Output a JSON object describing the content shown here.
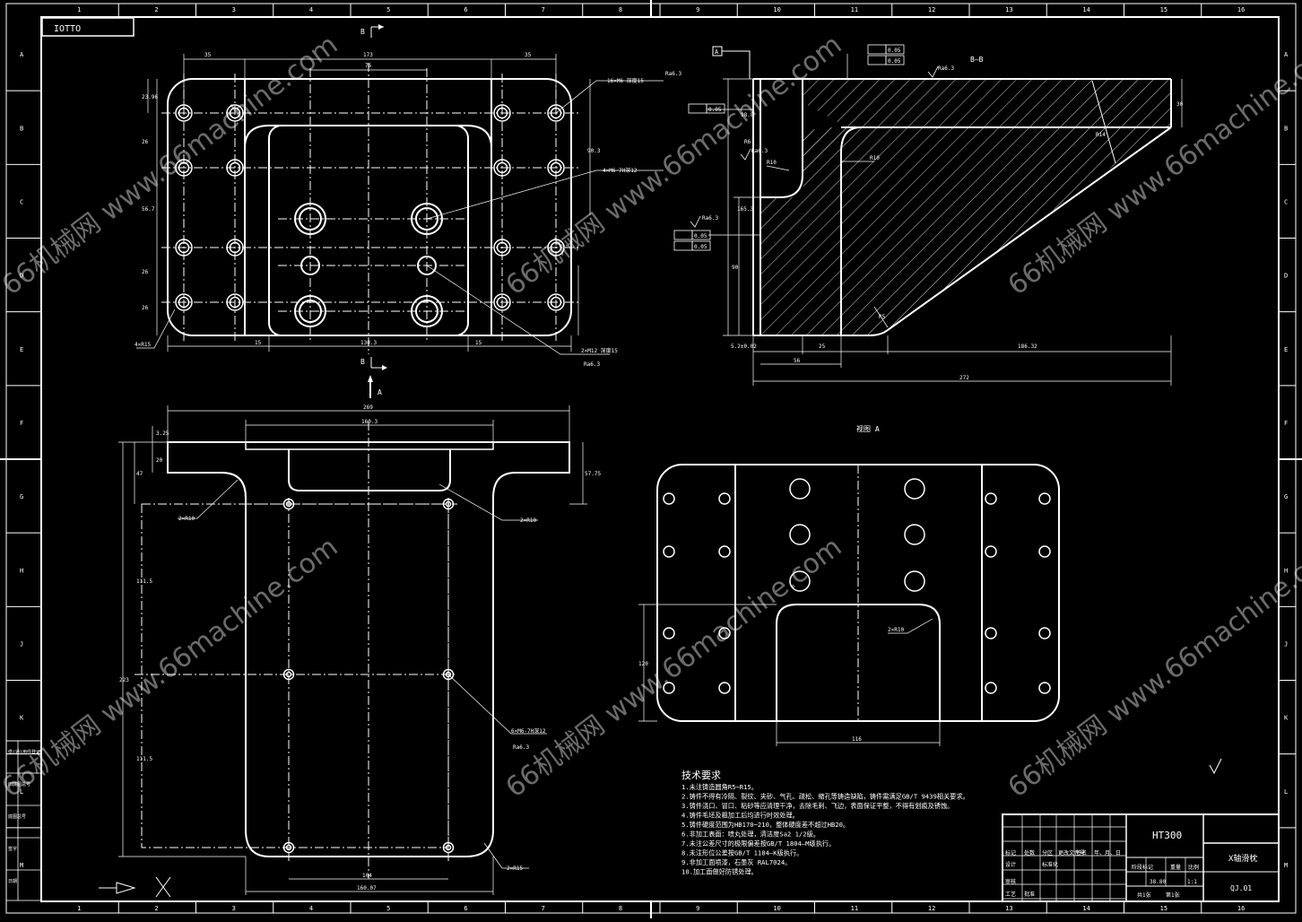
{
  "frame": {
    "top_cols": [
      "1",
      "2",
      "3",
      "4",
      "5",
      "6",
      "7",
      "8",
      "9",
      "10",
      "11",
      "12",
      "13",
      "14",
      "15",
      "16"
    ],
    "side_rows": [
      "A",
      "B",
      "C",
      "D",
      "E",
      "F",
      "G",
      "H",
      "J",
      "K",
      "L",
      "M"
    ],
    "corner_code": "IOTTO"
  },
  "section_marks": {
    "b_top": "B",
    "b_bottom": "B",
    "a_arrow": "A",
    "a_box": "A"
  },
  "top_view": {
    "dims": [
      "35",
      "173",
      "76",
      "35",
      "23.96",
      "26",
      "56.7",
      "26",
      "26",
      "90.3",
      "15",
      "130.3",
      "15",
      "4×R15"
    ],
    "notes": [
      "16×M6 深度15",
      "4×M6-7H深12",
      "2×M12 深度15",
      "Ra6.3",
      "Ra6.3"
    ]
  },
  "section_view": {
    "title": "B—B",
    "dims": [
      "5.2±0.02",
      "25",
      "56",
      "186.32",
      "272",
      "90",
      "165.3",
      "30",
      "R10",
      "R10",
      "R5",
      "R6",
      "98.8",
      "R14"
    ],
    "tolerances": [
      "0.05",
      "0.05",
      "0.05",
      "0.05",
      "0.05",
      "0.05"
    ],
    "roughness": [
      "Ra6.3",
      "Ra6.3",
      "Ra6.3"
    ]
  },
  "front_view": {
    "dims": [
      "269",
      "160.3",
      "3.25",
      "20",
      "47",
      "57.75",
      "111.5",
      "111.5",
      "104",
      "160.07",
      "223"
    ],
    "notes": [
      "2×R10",
      "2×R10",
      "2×R15",
      "6×M6-7H深12",
      "Ra6.3"
    ]
  },
  "view_a": {
    "title": "视图 A",
    "dims": [
      "2×R10",
      "120",
      "116"
    ]
  },
  "tech_req": {
    "title": "技术要求",
    "lines": [
      "1.未注铸造圆角R5~R15。",
      "2.铸件不得有冷隔、裂纹、夹砂、气孔、疏松、缩孔等铸造缺陷，铸件需满足GB/T 9439相关要求。",
      "3.铸件浇口、冒口、粘砂等应清理干净，去除毛刺、飞边，表面保证平整，不得有划痕及锈蚀。",
      "4.铸件毛坯及粗加工后均进行时效处理。",
      "5.铸件硬度范围为HB170~210，整体硬度差不超过HB20。",
      "6.非加工表面：喷丸处理，清洁度Sa2 1/2级。",
      "7.未注公差尺寸的极限偏差按GB/T 1804—M级执行。",
      "8.未注形位公差按GB/T 1184—K级执行。",
      "9.非加工面喷漆，石墨灰 RAL7024。",
      "10.加工面做好防锈处理。"
    ]
  },
  "title_block": {
    "material": "HT300",
    "part_name": "X轴滑枕",
    "drawing_no": "QJ.01",
    "cells": [
      "标记",
      "处数",
      "分区",
      "更改文件号",
      "签名",
      "年、月、日",
      "设计",
      "标准化",
      "阶段标记",
      "重量",
      "比例",
      "审核",
      "工艺",
      "批准",
      "共1张",
      "第1张",
      "38.80",
      "1:1"
    ]
  },
  "left_strip": [
    "借(通)用件登记",
    "旧底图总号",
    "底图总号",
    "签字",
    "日期"
  ],
  "watermark": "66机械网 www.66machine.com",
  "colors": {
    "bg": "#000000",
    "line": "#ffffff",
    "hatch": "#cccccc"
  }
}
